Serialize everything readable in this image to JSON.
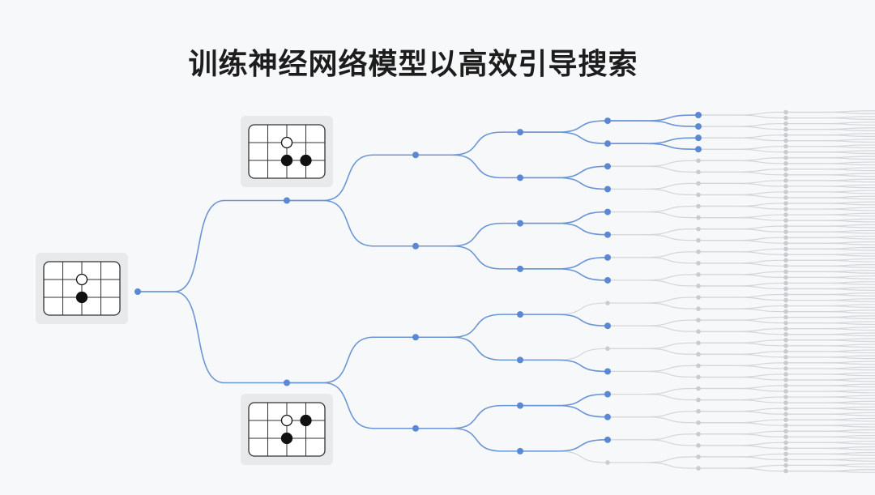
{
  "title": "训练神经网络模型以高效引导搜索",
  "colors": {
    "background": "#f7f8f9",
    "active_branch": "#6b95d6",
    "active_node": "#5a88d2",
    "inactive_branch": "#d4d6d9",
    "inactive_node": "#c9cbce",
    "board_card": "#e8e9eb",
    "board_line": "#333333"
  },
  "boards": {
    "root": {
      "stones": [
        {
          "col": 2,
          "row": 1,
          "color": "white"
        },
        {
          "col": 2,
          "row": 2,
          "color": "black"
        }
      ]
    },
    "top_child": {
      "stones": [
        {
          "col": 2,
          "row": 1,
          "color": "white"
        },
        {
          "col": 2,
          "row": 2,
          "color": "black"
        },
        {
          "col": 3,
          "row": 2,
          "color": "black"
        }
      ]
    },
    "bottom_child": {
      "stones": [
        {
          "col": 2,
          "row": 1,
          "color": "white"
        },
        {
          "col": 3,
          "row": 1,
          "color": "black"
        },
        {
          "col": 2,
          "row": 2,
          "color": "black"
        }
      ]
    }
  },
  "tree": {
    "active_paths": [
      "00000",
      "00001",
      "00010",
      "00011",
      "0010",
      "0011",
      "0100",
      "0101",
      "0110",
      "0111",
      "1001",
      "1011",
      "1100",
      "1101",
      "1110"
    ]
  }
}
